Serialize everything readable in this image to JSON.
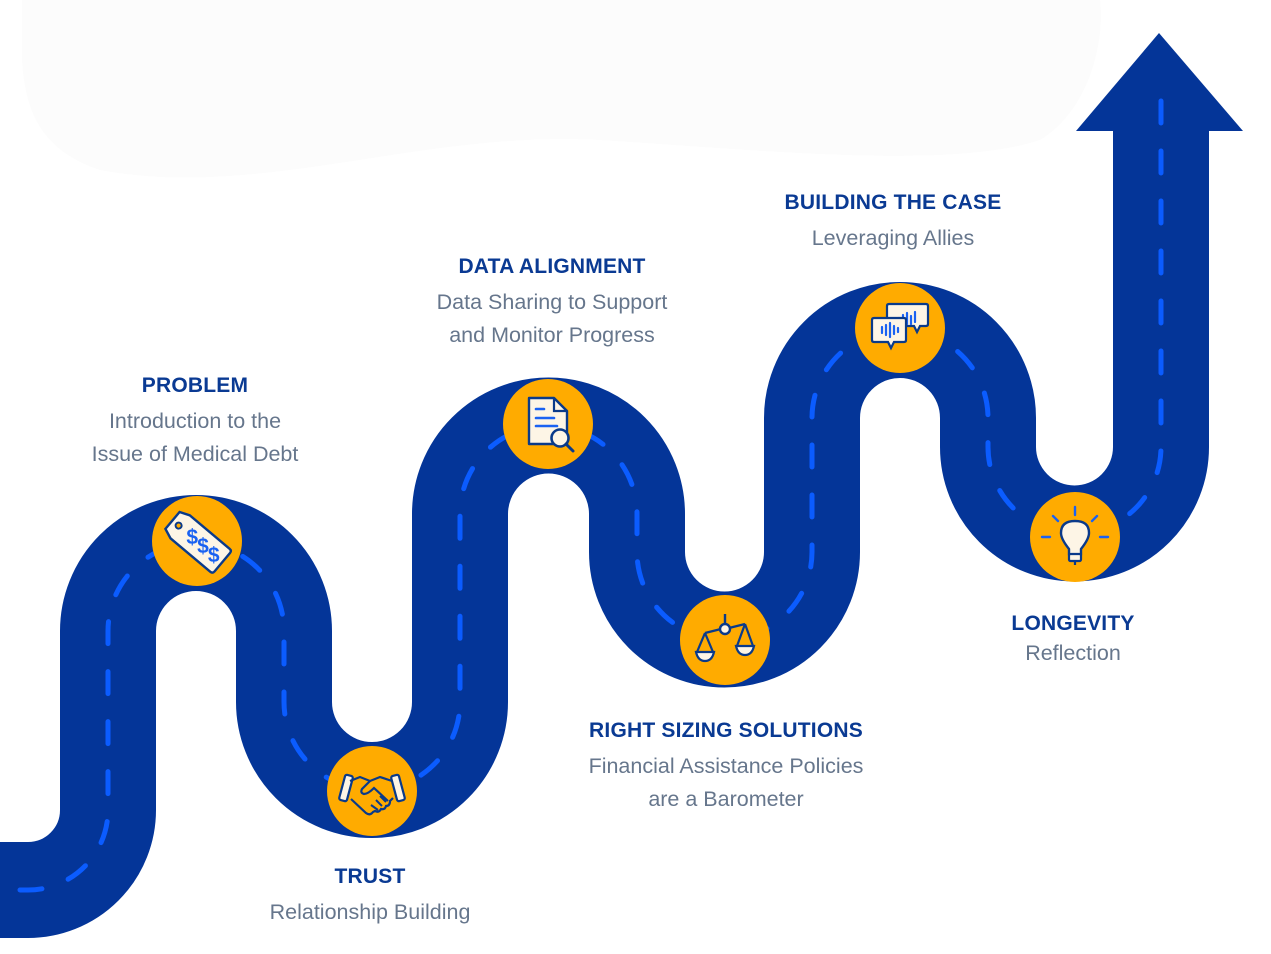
{
  "colors": {
    "road": "#043598",
    "lane_dash": "#0b5cff",
    "milestone_circle": "#ffab00",
    "icon_fill": "#fdf5e6",
    "icon_stroke": "#0a3a8a",
    "icon_accent": "#1a62f2",
    "title_text": "#0a3a93",
    "subtitle_text": "#66768c",
    "backdrop": "#fcfcfc"
  },
  "milestones": [
    {
      "id": "problem",
      "title": "PROBLEM",
      "subtitle": [
        "Introduction to the",
        "Issue of Medical Debt"
      ],
      "icon": "price-tag-icon"
    },
    {
      "id": "trust",
      "title": "TRUST",
      "subtitle": [
        "Relationship Building"
      ],
      "icon": "handshake-icon"
    },
    {
      "id": "data-alignment",
      "title": "DATA ALIGNMENT",
      "subtitle": [
        "Data Sharing to Support",
        "and Monitor Progress"
      ],
      "icon": "document-search-icon"
    },
    {
      "id": "right-sizing",
      "title": "RIGHT SIZING SOLUTIONS",
      "subtitle": [
        "Financial Assistance Policies",
        "are a Barometer"
      ],
      "icon": "balance-scale-icon"
    },
    {
      "id": "building-case",
      "title": "BUILDING THE CASE",
      "subtitle": [
        "Leveraging Allies"
      ],
      "icon": "chat-bubbles-icon"
    },
    {
      "id": "longevity",
      "title": "LONGEVITY",
      "subtitle": [
        "Reflection"
      ],
      "icon": "lightbulb-icon"
    }
  ],
  "end_marker": "up-arrow-icon"
}
